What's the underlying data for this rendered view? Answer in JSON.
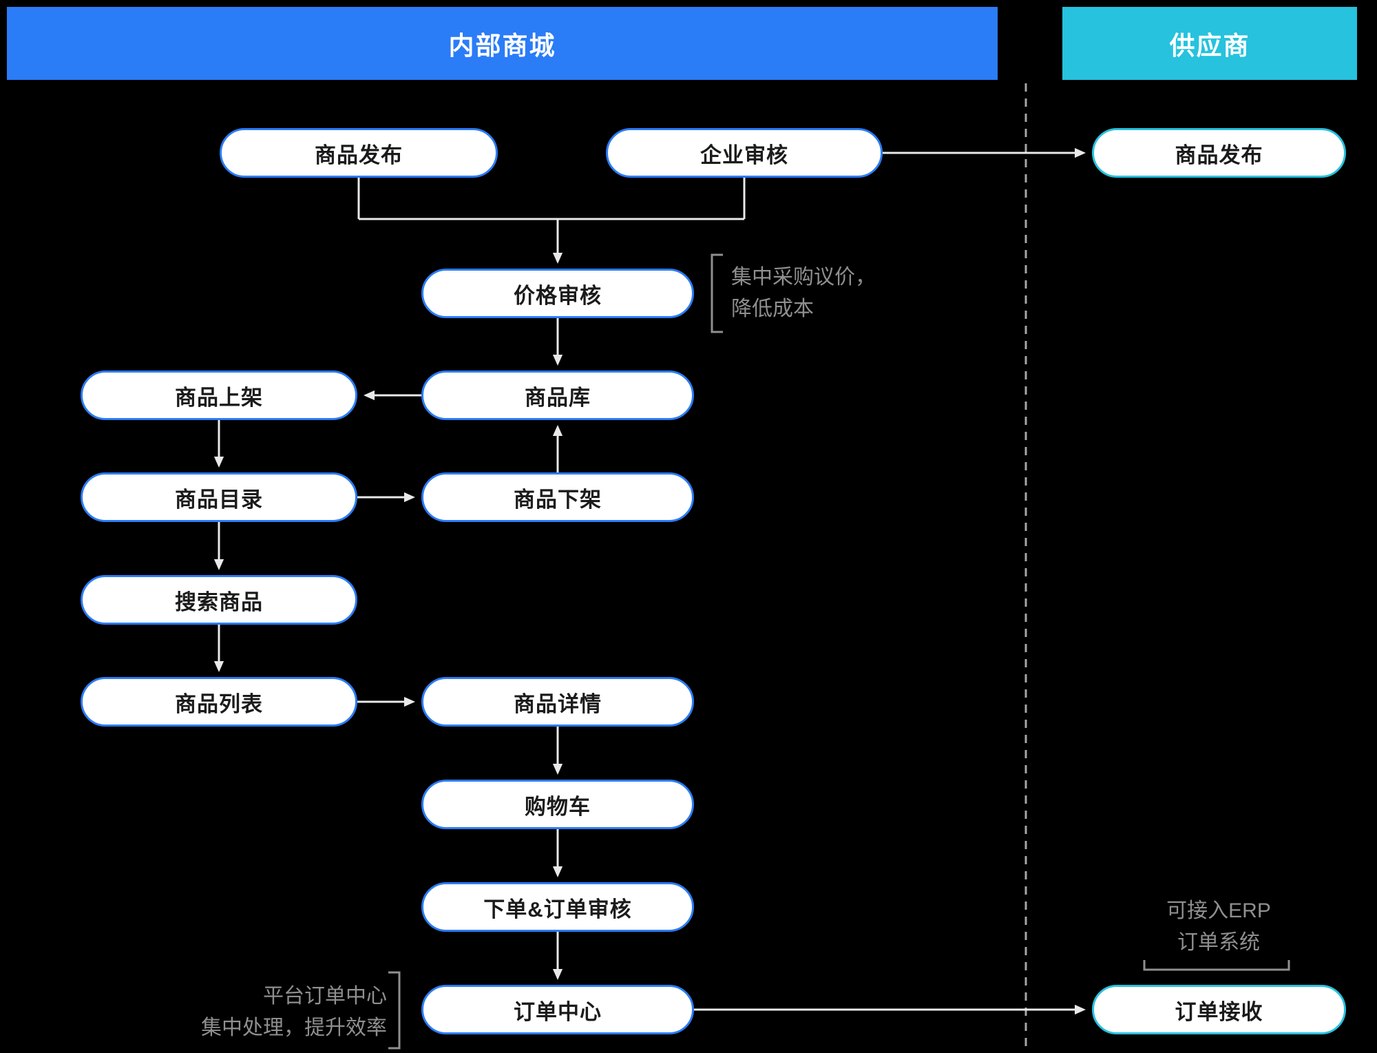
{
  "headers": {
    "internal": "内部商城",
    "supplier": "供应商"
  },
  "nodes": {
    "product_release_internal": "商品发布",
    "enterprise_review": "企业审核",
    "product_release_supplier": "商品发布",
    "price_review": "价格审核",
    "product_on_shelf": "商品上架",
    "product_library": "商品库",
    "product_catalog": "商品目录",
    "product_off_shelf": "商品下架",
    "search_products": "搜索商品",
    "product_list": "商品列表",
    "product_detail": "商品详情",
    "shopping_cart": "购物车",
    "order_and_review": "下单&订单审核",
    "order_center": "订单中心",
    "order_receive": "订单接收"
  },
  "annotations": {
    "price": {
      "line1": "集中采购议价，",
      "line2": "降低成本"
    },
    "erp": {
      "line1": "可接入ERP",
      "line2": "订单系统"
    },
    "order": {
      "line1": "平台订单中心",
      "line2": "集中处理，提升效率"
    }
  },
  "colors": {
    "background": "#000000",
    "internal_header": "#2b7cf7",
    "supplier_header": "#26c2de",
    "internal_node_border": "#2b7cf7",
    "supplier_node_border": "#26c2de",
    "node_background": "#ffffff",
    "node_text": "#1b1b1b",
    "arrow": "#e9e9e9",
    "annotation_text": "#8f8f8f",
    "divider": "#a6a6a6"
  }
}
